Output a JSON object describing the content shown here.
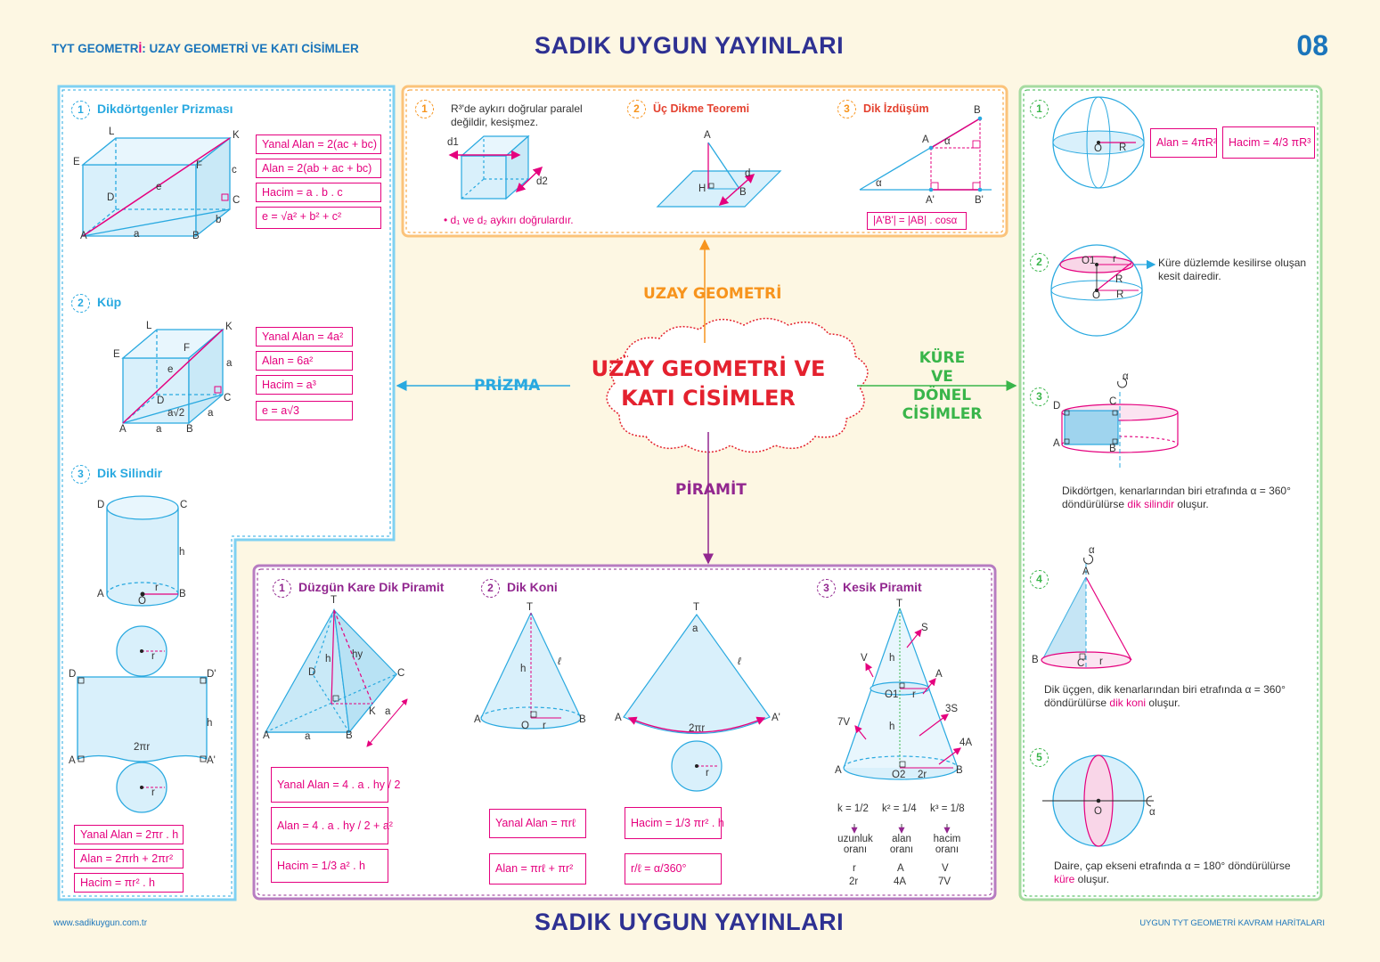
{
  "header": {
    "subject_prefix": "TYT GEOMETR",
    "subject_i": "İ",
    "subject_rest": ": UZAY GEOMETRİ VE KATI CİSİMLER",
    "brand": "SADIK  UYGUN  YAYINLARI",
    "page_number": "08"
  },
  "footer": {
    "website": "www.sadikuygun.com.tr",
    "brand": "SADIK  UYGUN  YAYINLARI",
    "series": "UYGUN TYT GEOMETRİ KAVRAM HARİTALARI"
  },
  "center": {
    "title_line1": "UZAY GEOMETRİ VE",
    "title_line2": "KATI CİSİMLER",
    "branch_top": "UZAY GEOMETRİ",
    "branch_left": "PRİZMA",
    "branch_bottom": "PİRAMİT",
    "branch_right_1": "KÜRE",
    "branch_right_2": "VE",
    "branch_right_3": "DÖNEL",
    "branch_right_4": "CİSİMLER"
  },
  "prizma": {
    "s1": {
      "num": "1",
      "title": "Dikdörtgenler Prizması",
      "formulas": [
        "Yanal Alan = 2(ac + bc)",
        "Alan = 2(ab + ac + bc)",
        "Hacim = a . b . c",
        "e = √a² + b² + c²"
      ],
      "labels": [
        "L",
        "K",
        "E",
        "F",
        "c",
        "e",
        "D",
        "C",
        "b",
        "A",
        "a",
        "B"
      ]
    },
    "s2": {
      "num": "2",
      "title": "Küp",
      "formulas": [
        "Yanal Alan = 4a²",
        "Alan = 6a²",
        "Hacim = a³",
        "e = a√3"
      ],
      "labels": [
        "L",
        "K",
        "E",
        "F",
        "e",
        "a",
        "D",
        "C",
        "a√2",
        "a",
        "A",
        "a",
        "B"
      ]
    },
    "s3": {
      "num": "3",
      "title": "Dik Silindir",
      "formulas": [
        "Yanal Alan = 2πr . h",
        "Alan = 2πrh + 2πr²",
        "Hacim = πr² . h"
      ],
      "labels": [
        "D",
        "C",
        "h",
        "A",
        "r",
        "B",
        "O",
        "r",
        "D",
        "D'",
        "h",
        "2πr",
        "A",
        "A'",
        "r"
      ]
    }
  },
  "uzay": {
    "s1": {
      "num": "1",
      "text_line1": "R³'de aykırı doğrular paralel",
      "text_line2": "değildir, kesişmez.",
      "note": "• d₁ ve d₂ aykırı doğrulardır.",
      "d1": "d1",
      "d2": "d2"
    },
    "s2": {
      "num": "2",
      "title": "Üç Dikme Teoremi",
      "labels": [
        "A",
        "d",
        "H",
        "B"
      ]
    },
    "s3": {
      "num": "3",
      "title": "Dik İzdüşüm",
      "formula": "|A'B'| = |AB| . cosα",
      "labels": [
        "B",
        "A",
        "α",
        "α",
        "A'",
        "B'"
      ]
    }
  },
  "piramit": {
    "s1": {
      "num": "1",
      "title": "Düzgün Kare Dik Piramit",
      "formulas": [
        "Yanal Alan = 4 . a . hy / 2",
        "Alan = 4 . a . hy / 2 + a²",
        "Hacim = 1/3 a² . h"
      ],
      "labels": [
        "T",
        "h",
        "hy",
        "D",
        "C",
        "K",
        "a",
        "A",
        "a",
        "B"
      ]
    },
    "s2": {
      "num": "2",
      "title": "Dik Koni",
      "formulas": [
        "Yanal Alan = πrℓ",
        "Alan = πrℓ + πr²",
        "Hacim = 1/3 πr² . h",
        "r/ℓ = α/360°"
      ],
      "labels": [
        "T",
        "h",
        "ℓ",
        "A",
        "O",
        "r",
        "B",
        "T",
        "a",
        "ℓ",
        "A",
        "A'",
        "2πr",
        "r"
      ]
    },
    "s3": {
      "num": "3",
      "title": "Kesik Piramit",
      "labels": [
        "T",
        "S",
        "V",
        "h",
        "A",
        "O1",
        "r",
        "3S",
        "7V",
        "h",
        "4A",
        "A",
        "O2",
        "2r",
        "B"
      ],
      "ratios": [
        "k = 1/2",
        "k² = 1/4",
        "k³ = 1/8"
      ],
      "ratio_names": [
        "uzunluk oranı",
        "alan oranı",
        "hacim oranı"
      ],
      "ratio_syms": [
        "r",
        "A",
        "V"
      ],
      "ratio_vals": [
        "2r",
        "4A",
        "7V"
      ]
    }
  },
  "kure": {
    "s1": {
      "num": "1",
      "formulas": [
        "Alan = 4πR²",
        "Hacim = 4/3 πR³"
      ],
      "labels": [
        "O",
        "R"
      ]
    },
    "s2": {
      "num": "2",
      "text_line1": "Küre düzlemde kesilirse oluşan",
      "text_line2": "kesit dairedir.",
      "labels": [
        "O1",
        "r",
        "R",
        "O",
        "R"
      ]
    },
    "s3": {
      "num": "3",
      "text_line1": "Dikdörtgen, kenarlarından biri etrafında α = 360°",
      "text_line2_pre": "döndürülürse ",
      "text_line2_mag": "dik silindir",
      "text_line2_post": " oluşur.",
      "labels": [
        "α",
        "D",
        "C",
        "A",
        "B"
      ]
    },
    "s4": {
      "num": "4",
      "text_line1": "Dik üçgen, dik kenarlarından biri etrafında α = 360°",
      "text_line2_pre": "döndürülürse ",
      "text_line2_mag": "dik koni",
      "text_line2_post": " oluşur.",
      "labels": [
        "α",
        "A",
        "B",
        "C",
        "r"
      ]
    },
    "s5": {
      "num": "5",
      "text_line1": "Daire, çap ekseni etrafında α = 180° döndürülürse",
      "text_line2_mag": "küre",
      "text_line2_post": " oluşur.",
      "labels": [
        "O",
        "α"
      ]
    }
  },
  "colors": {
    "blue": "#29a9e0",
    "magenta": "#e5007e",
    "orange": "#f7941d",
    "purple": "#92278f",
    "green": "#39b54a",
    "navy": "#2e3192",
    "red": "#e4212e"
  }
}
